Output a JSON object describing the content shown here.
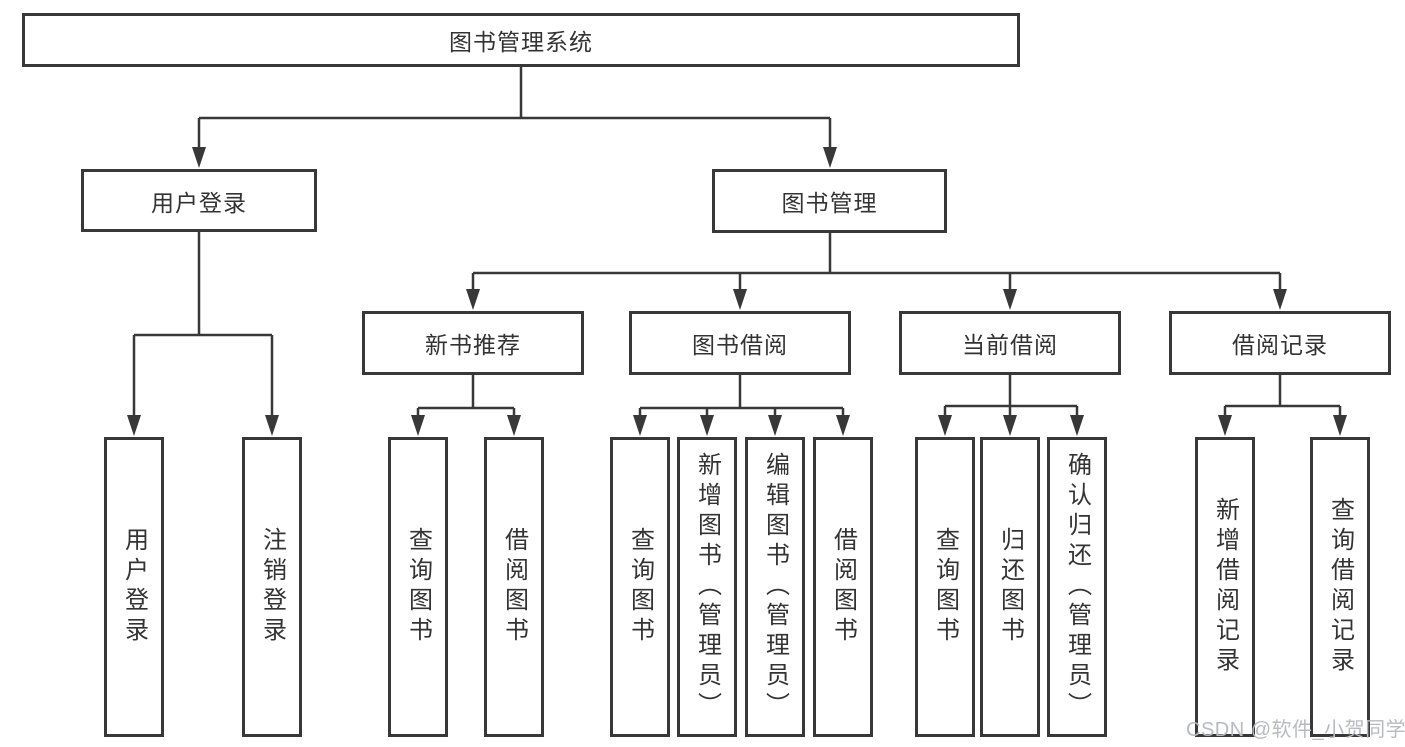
{
  "diagram": {
    "root": "图书管理系统",
    "level2": {
      "user_login": "用户登录",
      "book_mgmt": "图书管理"
    },
    "level3": {
      "new_books": "新书推荐",
      "borrow": "图书借阅",
      "current": "当前借阅",
      "records": "借阅记录"
    },
    "leaves": {
      "user_login": [
        "用户登录",
        "注销登录"
      ],
      "new_books": [
        "查询图书",
        "借阅图书"
      ],
      "borrow": [
        "查询图书",
        "新增图书（管理员）",
        "编辑图书（管理员）",
        "借阅图书"
      ],
      "current": [
        "查询图书",
        "归还图书",
        "确认归还（管理员）"
      ],
      "records": [
        "新增借阅记录",
        "查询借阅记录"
      ]
    }
  },
  "watermark": "CSDN @软件_小贺同学",
  "colors": {
    "line": "#383838",
    "border": "#383838",
    "text": "#333333",
    "watermark": "#b7bbc1",
    "background": "#ffffff"
  }
}
